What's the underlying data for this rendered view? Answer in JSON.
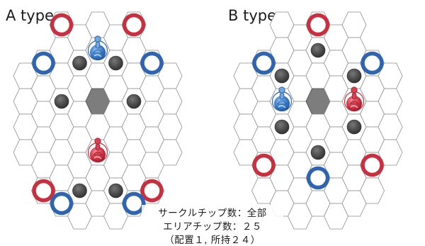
{
  "boards": [
    {
      "title": "A type",
      "pieces": [
        {
          "c": 2,
          "r": 0,
          "kind": "red-ring"
        },
        {
          "c": 6,
          "r": 0,
          "kind": "red-ring"
        },
        {
          "c": 1,
          "r": 1,
          "kind": "blue-ring"
        },
        {
          "c": 3,
          "r": 1,
          "kind": "dark-chip"
        },
        {
          "c": 4,
          "r": 1,
          "kind": "blue-pawn-disc"
        },
        {
          "c": 5,
          "r": 1,
          "kind": "dark-chip"
        },
        {
          "c": 7,
          "r": 1,
          "kind": "blue-ring"
        },
        {
          "c": 2,
          "r": 3,
          "kind": "dark-chip"
        },
        {
          "c": 4,
          "r": 3,
          "kind": "center-tile"
        },
        {
          "c": 6,
          "r": 3,
          "kind": "dark-chip"
        },
        {
          "c": 4,
          "r": 5,
          "kind": "red-pawn-disc"
        },
        {
          "c": 1,
          "r": 6,
          "kind": "red-ring"
        },
        {
          "c": 3,
          "r": 6,
          "kind": "dark-chip"
        },
        {
          "c": 5,
          "r": 6,
          "kind": "dark-chip"
        },
        {
          "c": 7,
          "r": 6,
          "kind": "red-ring"
        },
        {
          "c": 2,
          "r": 7,
          "kind": "blue-ring"
        },
        {
          "c": 6,
          "r": 7,
          "kind": "blue-ring"
        }
      ]
    },
    {
      "title": "B type",
      "pieces": [
        {
          "c": 4,
          "r": 0,
          "kind": "red-ring"
        },
        {
          "c": 1,
          "r": 1,
          "kind": "blue-ring"
        },
        {
          "c": 7,
          "r": 1,
          "kind": "blue-ring"
        },
        {
          "c": 2,
          "r": 2,
          "kind": "dark-chip"
        },
        {
          "c": 4,
          "r": 1,
          "kind": "dark-chip"
        },
        {
          "c": 6,
          "r": 2,
          "kind": "dark-chip"
        },
        {
          "c": 2,
          "r": 3,
          "kind": "blue-pawn-disc"
        },
        {
          "c": 4,
          "r": 3,
          "kind": "center-tile"
        },
        {
          "c": 6,
          "r": 3,
          "kind": "red-pawn-disc"
        },
        {
          "c": 2,
          "r": 4,
          "kind": "dark-chip"
        },
        {
          "c": 4,
          "r": 5,
          "kind": "dark-chip"
        },
        {
          "c": 6,
          "r": 4,
          "kind": "dark-chip"
        },
        {
          "c": 1,
          "r": 5,
          "kind": "red-ring"
        },
        {
          "c": 7,
          "r": 5,
          "kind": "red-ring"
        },
        {
          "c": 4,
          "r": 6,
          "kind": "blue-ring"
        }
      ]
    }
  ],
  "caption": {
    "line1": "サークルチップ数：全部",
    "line2": "エリアチップ数：２５",
    "line3": "（配置１, 所持２４）"
  },
  "colors": {
    "red": "#c8303f",
    "blue": "#2f64b0",
    "chip": "#505050",
    "center": "#7d7d7d"
  }
}
